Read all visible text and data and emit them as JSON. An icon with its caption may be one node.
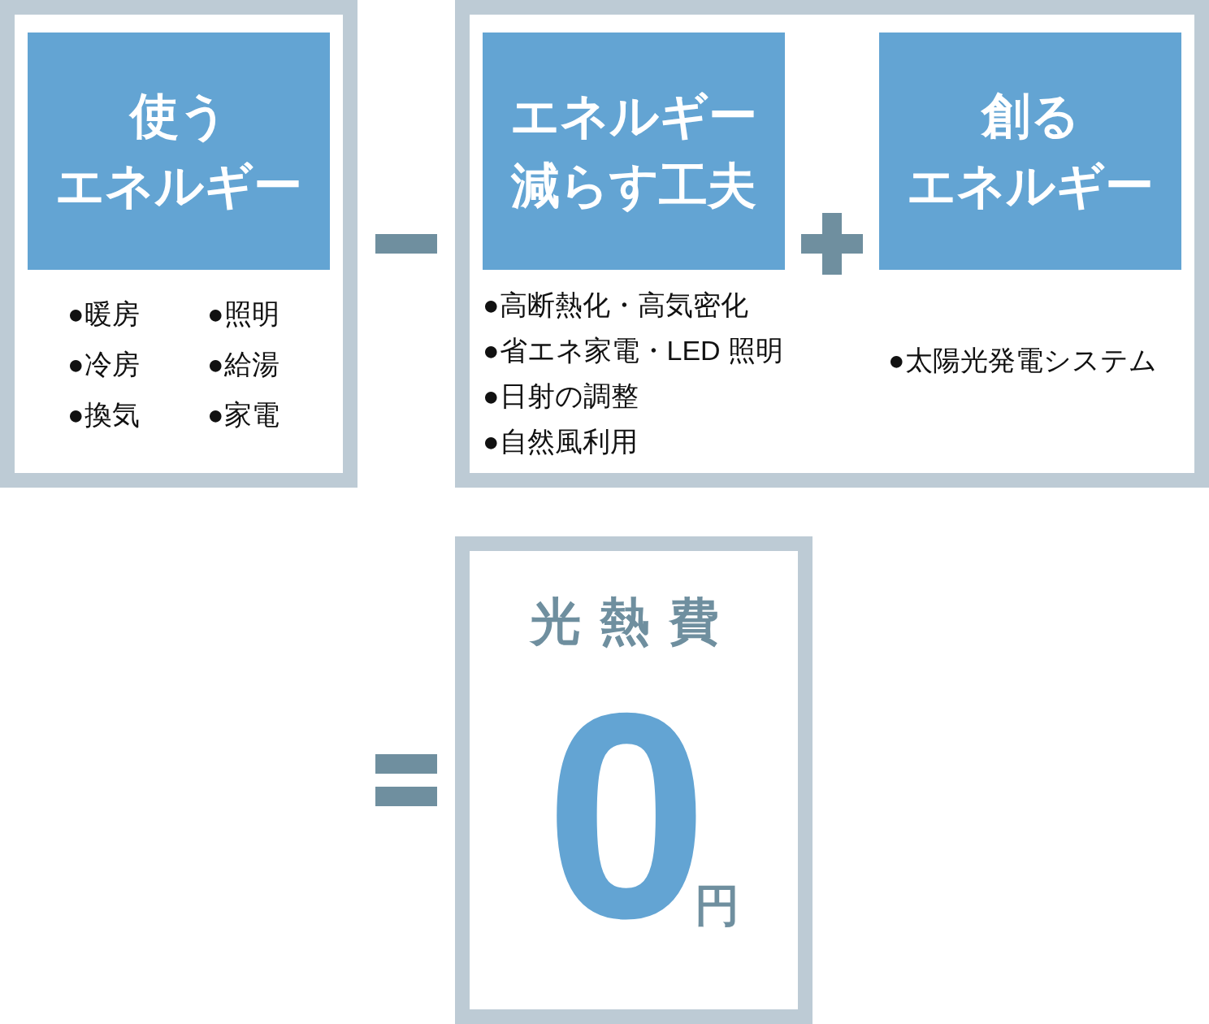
{
  "diagram": {
    "nodes": [
      {
        "text": [],
        "shape": "box"
      },
      {
        "text": [
          "使うエネルギー"
        ],
        "in": 0,
        "beside": [
          "●暖房",
          "●照明",
          "●冷房",
          "●給湯",
          "●換気",
          "●家電"
        ]
      },
      {
        "text": [],
        "shape": "box"
      },
      {
        "text": [
          "エネルギー減らす工夫"
        ],
        "in": 2,
        "beside": [
          "●高断熱化・高気密化",
          "●省エネ家電・LED 照明",
          "●日射の調整",
          "●自然風利用"
        ]
      },
      {
        "text": [
          "創るエネルギー"
        ],
        "in": 2,
        "beside": [
          "●太陽光発電システム"
        ]
      },
      {
        "text": [
          "光熱費",
          "0",
          "円"
        ]
      }
    ]
  }
}
